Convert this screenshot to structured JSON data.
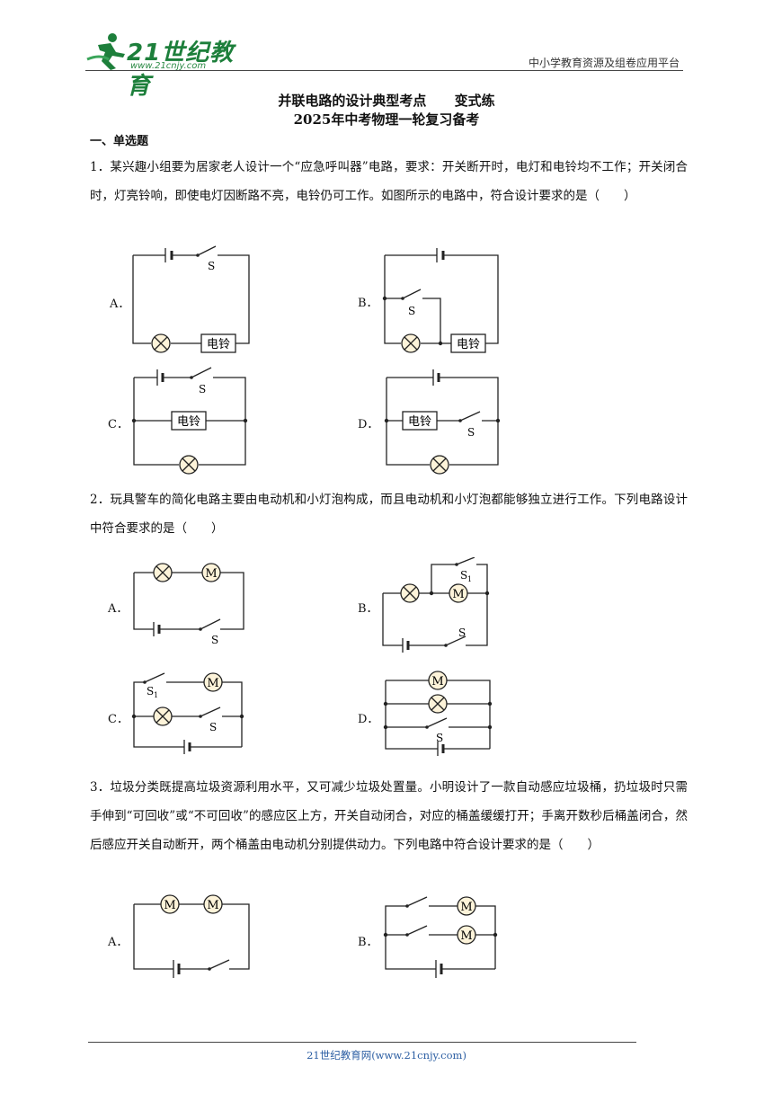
{
  "header": {
    "logo_text": "21世纪教育",
    "logo_url": "www.21cnjy.com",
    "right_text": "中小学教育资源及组卷应用平台"
  },
  "title_line1": "并联电路的设计典型考点      变式练",
  "title_line2": "2025年中考物理一轮复习备考",
  "section1": "一、单选题",
  "q1": {
    "text": "1．某兴趣小组要为居家老人设计一个“应急呼叫器”电路，要求：开关断开时，电灯和电铃均不工作；开关闭合时，灯亮铃响，即使电灯因断路不亮，电铃仍可工作。如图所示的电路中，符合设计要求的是（　　）",
    "options": [
      "A．",
      "B．",
      "C．",
      "D．"
    ]
  },
  "q2": {
    "text": "2．玩具警车的简化电路主要由电动机和小灯泡构成，而且电动机和小灯泡都能够独立进行工作。下列电路设计中符合要求的是（　　）",
    "options": [
      "A．",
      "B．",
      "C．",
      "D．"
    ]
  },
  "q3": {
    "text": "3．垃圾分类既提高垃圾资源利用水平，又可减少垃圾处置量。小明设计了一款自动感应垃圾桶，扔垃圾时只需手伸到“可回收”或“不可回收”的感应区上方，开关自动闭合，对应的桶盖缓缓打开；手离开数秒后桶盖闭合，然后感应开关自动断开，两个桶盖由电动机分别提供动力。下列电路中符合设计要求的是（　　）",
    "options": [
      "A．",
      "B．"
    ]
  },
  "labels": {
    "bell": "电铃",
    "switch": "S",
    "switch1": "S",
    "sub1": "1",
    "motor": "M"
  },
  "footer": "21世纪教育网(www.21cnjy.com)"
}
